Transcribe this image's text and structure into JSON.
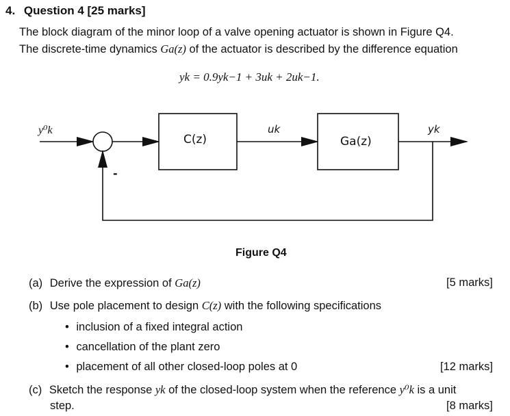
{
  "question": {
    "number": "4.",
    "title": "Question 4 [25 marks]",
    "intro_line1": "The block diagram of the minor loop of a valve opening actuator is shown in Figure Q4.",
    "intro_line2_pre": "The discrete-time dynamics ",
    "intro_line2_math": "Ga(z)",
    "intro_line2_post": " of the actuator is described by the difference equation",
    "equation": "yk = 0.9yk−1 + 3uk + 2uk−1."
  },
  "figure": {
    "caption": "Figure Q4",
    "input_label": "y⁰k",
    "controller_label": "C(z)",
    "plant_label": "Ga(z)",
    "u_label": "uk",
    "y_label": "yk",
    "feedback_sign": "-"
  },
  "parts": {
    "a": {
      "label": "(a)",
      "text_pre": "Derive the expression of ",
      "math": "Ga(z)",
      "marks": "[5 marks]"
    },
    "b": {
      "label": "(b)",
      "text_pre": "Use pole placement to design ",
      "math": "C(z)",
      "text_post": " with the following specifications",
      "bullets": [
        "inclusion of a fixed integral action",
        "cancellation of the plant zero",
        "placement of all other closed-loop poles at 0"
      ],
      "marks": "[12 marks]"
    },
    "c": {
      "label": "(c)",
      "text_pre": "Sketch the response ",
      "math1": "yk",
      "text_mid": " of the closed-loop system when the reference ",
      "math2": "y⁰k",
      "text_post": " is a unit",
      "line2": "step.",
      "marks": "[8 marks]"
    }
  }
}
